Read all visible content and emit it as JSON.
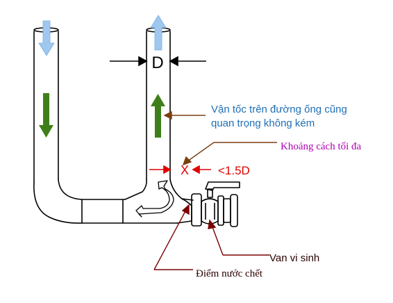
{
  "labels": {
    "diameter": "D",
    "velocity_note_line1": "Vận tốc trên đường ống cũng",
    "velocity_note_line2": "quan trọng không kém",
    "max_distance": "Khoảng cách tối đa",
    "distance_symbol": "X",
    "distance_limit": "<1.5D",
    "valve": "Van vi sinh",
    "dead_point": "Điểm nước chết"
  },
  "colors": {
    "pipe_stroke": "#000000",
    "flow_light_blue": "#9fc8f0",
    "flow_green": "#3f7f1a",
    "dimension_red": "#e00000",
    "velocity_text": "#1f6fb5",
    "max_distance_text": "#b000b0",
    "leader_brown": "#7a3f10",
    "dark_red": "#7a0000",
    "label_dark": "#2a0000"
  },
  "icons": {
    "flow_down": "arrow-down-icon",
    "flow_up": "arrow-up-icon",
    "swirl": "swirl-arrow-icon",
    "valve": "valve-icon"
  }
}
